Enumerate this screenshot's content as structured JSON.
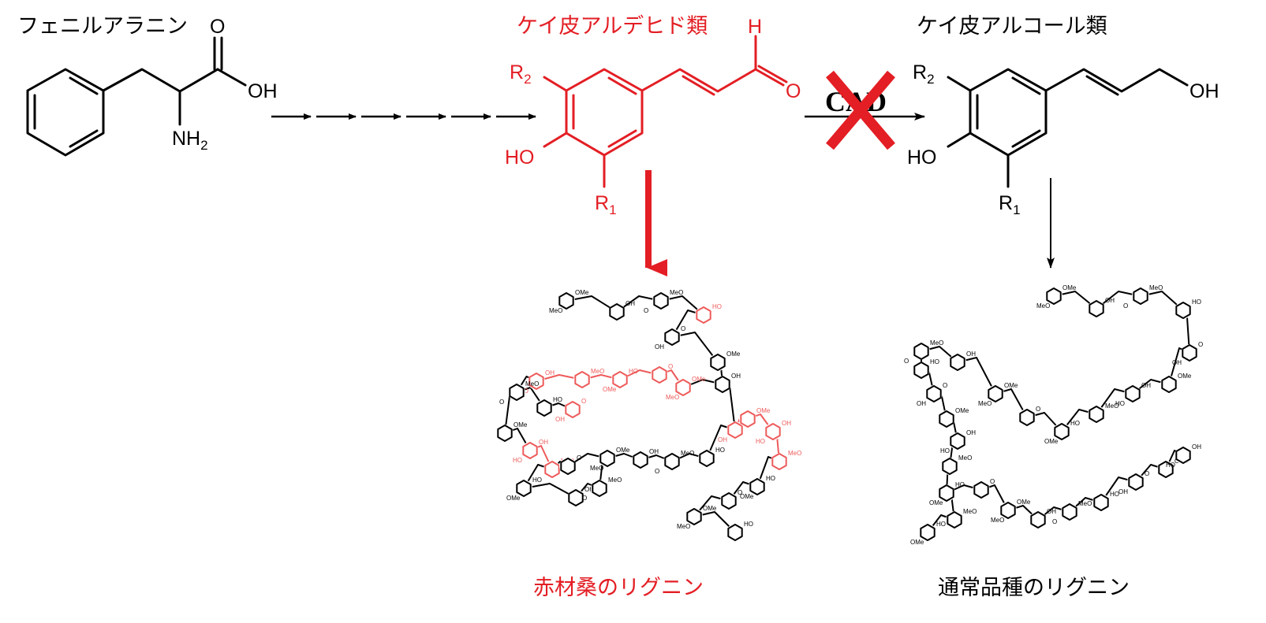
{
  "labels": {
    "phenylalanine": "フェニルアラニン",
    "cinnamaldehydes": "ケイ皮アルデヒド類",
    "cinnamyl_alcohols": "ケイ皮アルコール類",
    "red_lignin": "赤材桑のリグニン",
    "normal_lignin": "通常品種のリグニン",
    "enzyme": "CAD"
  },
  "atoms": {
    "O": "O",
    "OH": "OH",
    "NH": "NH",
    "two": "2",
    "HO": "HO",
    "R": "R",
    "one": "1",
    "H": "H"
  },
  "polymer_labels": {
    "ome": "OMe",
    "oh": "OH",
    "ho": "HO",
    "meo": "MeO",
    "o": "O"
  },
  "colors": {
    "black": "#000000",
    "red": "#e31e24",
    "light_red": "#ee5a5a"
  }
}
